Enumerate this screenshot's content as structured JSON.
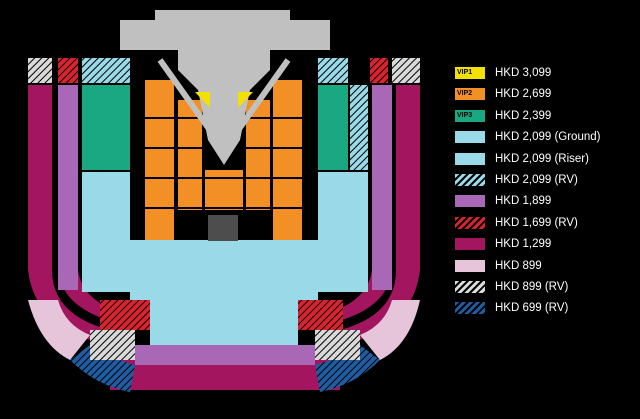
{
  "colors": {
    "vip1": "#f2e100",
    "vip2": "#f28f25",
    "vip3": "#1aa882",
    "light_blue": "#9ad9e8",
    "purple": "#a868b5",
    "red": "#d9232e",
    "magenta": "#a3155f",
    "pink": "#e6c4da",
    "white_hatch": "#d9d9d9",
    "blue": "#1f5da3",
    "stage_gray": "#c0c0c0",
    "dark_gray": "#4d4d4d"
  },
  "legend": [
    {
      "badge": "VIP1",
      "label": "HKD 3,099",
      "color": "#f2e100",
      "pattern": "solid"
    },
    {
      "badge": "VIP2",
      "label": "HKD 2,699",
      "color": "#f28f25",
      "pattern": "solid"
    },
    {
      "badge": "VIP3",
      "label": "HKD 2,399",
      "color": "#1aa882",
      "pattern": "solid"
    },
    {
      "badge": "",
      "label": "HKD 2,099 (Ground)",
      "color": "#9ad9e8",
      "pattern": "solid"
    },
    {
      "badge": "",
      "label": "HKD 2,099 (Riser)",
      "color": "#9ad9e8",
      "pattern": "solid"
    },
    {
      "badge": "",
      "label": "HKD 2,099 (RV)",
      "color": "#9ad9e8",
      "pattern": "hatch"
    },
    {
      "badge": "",
      "label": "HKD 1,899",
      "color": "#a868b5",
      "pattern": "solid"
    },
    {
      "badge": "",
      "label": "HKD 1,699 (RV)",
      "color": "#d9232e",
      "pattern": "hatch"
    },
    {
      "badge": "",
      "label": "HKD 1,299",
      "color": "#a3155f",
      "pattern": "solid"
    },
    {
      "badge": "",
      "label": "HKD 899",
      "color": "#e6c4da",
      "pattern": "solid"
    },
    {
      "badge": "",
      "label": "HKD 899 (RV)",
      "color": "#d9d9d9",
      "pattern": "hatch"
    },
    {
      "badge": "",
      "label": "HKD 699 (RV)",
      "color": "#1f5da3",
      "pattern": "hatch"
    }
  ]
}
